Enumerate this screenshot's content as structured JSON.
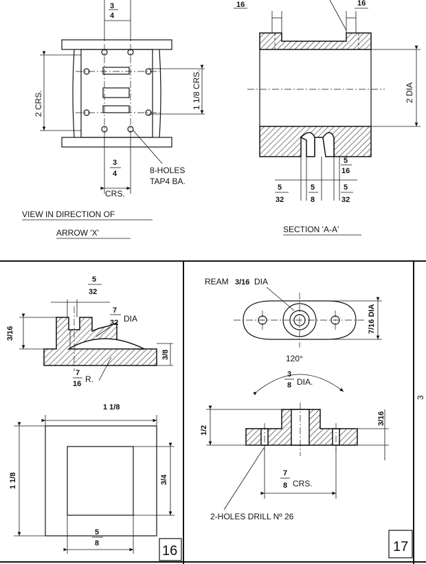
{
  "top_left_view": {
    "top_fraction": "3/4",
    "dim_2crs": "2 CRS.",
    "dim_1_1_8_crs": "1 1/8 CRS.",
    "dim_3_4_num": "3",
    "dim_3_4_den": "4",
    "crs_label": "CRS.",
    "holes_line1": "8-HOLES",
    "holes_line2": "TAP4 BA.",
    "caption_line1": "VIEW IN DIRECTION OF",
    "caption_line2": "ARROW  'X'"
  },
  "section_view": {
    "top_left_frac": "16",
    "top_right_frac": "16",
    "dia_label": "2 DIA",
    "dim_5_16_num": "5",
    "dim_5_16_den": "16",
    "dim_5_32_num": "5",
    "dim_5_32_den": "32",
    "dim_5_8_num": "5",
    "dim_5_8_den": "8",
    "dim_5_32b_num": "5",
    "dim_5_32b_den": "32",
    "caption": "SECTION 'A-A'"
  },
  "part16": {
    "dim_5_32_num": "5",
    "dim_5_32_den": "32",
    "dim_7_32_num": "7",
    "dim_7_32_den": "32",
    "dia": "DIA",
    "dim_3_16_left": "3/16",
    "dim_3_8_right": "3/8",
    "radius_num": "7",
    "radius_den": "16",
    "radius_suffix": "R.",
    "width_label": "1 1/8",
    "height_label": "1 1/8",
    "inner_height": "3/4",
    "inner_width_num": "5",
    "inner_width_den": "8",
    "number": "16"
  },
  "part17": {
    "ream_label": "REAM",
    "ream_frac": "3/16",
    "ream_dia": "DIA",
    "dia_7_16": "7/16 DIA",
    "angle": "120°",
    "bore_num": "3",
    "bore_den": "8",
    "bore_suffix": "DIA.",
    "height_left": "1/2",
    "height_right": "3/16",
    "crs_num": "7",
    "crs_den": "8",
    "crs_suffix": "CRS.",
    "holes_note": "2-HOLES  DRILL  Nº 26",
    "number": "17",
    "edge_mark": "3"
  }
}
